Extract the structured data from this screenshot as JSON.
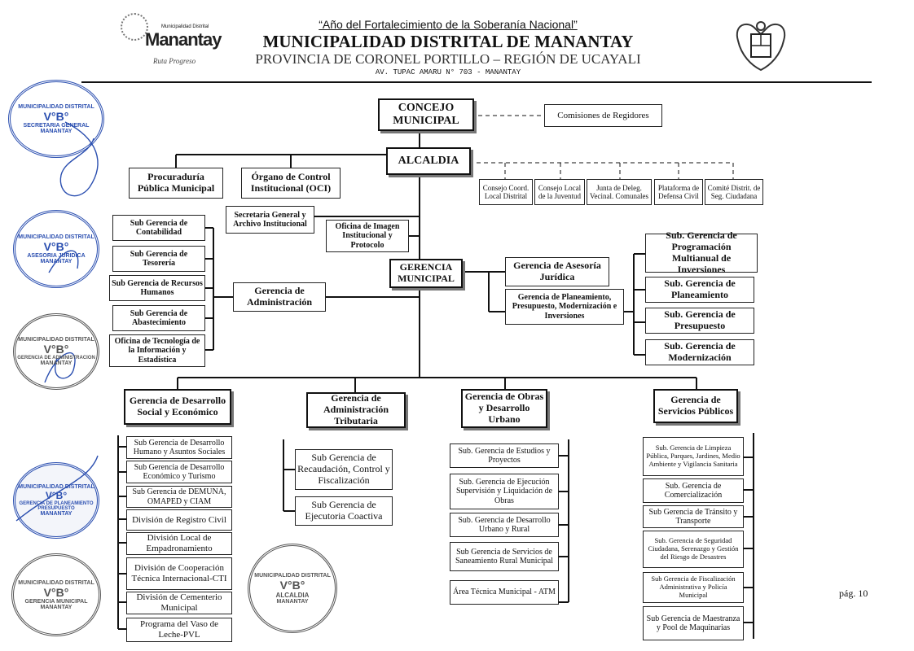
{
  "header": {
    "motto": "“Año del Fortalecimiento de la Soberanía Nacional”",
    "title": "MUNICIPALIDAD DISTRITAL DE MANANTAY",
    "subtitle": "PROVINCIA DE CORONEL PORTILLO – REGIÓN DE UCAYALI",
    "address": "AV. TUPAC AMARU N° 703 - MANANTAY",
    "logo_text": "Manantay",
    "logo_small": "Municipalidad Distrital",
    "logo_script": "Ruta Progreso"
  },
  "org": {
    "concejo": "CONCEJO MUNICIPAL",
    "comisiones": "Comisiones de Regidores",
    "alcaldia": "ALCALDIA",
    "consejos": [
      "Consejo Coord. Local Distrital",
      "Consejo Local de la Juventud",
      "Junta de Deleg. Vecinal. Comunales",
      "Plataforma de Defensa Civil",
      "Comité Distrit. de Seg. Ciudadana"
    ],
    "procuraduria": "Procuraduría Pública Municipal",
    "oci": "Órgano de Control Institucional (OCI)",
    "secretaria": "Secretaria General y Archivo Institucional",
    "imagen": "Oficina de Imagen Institucional y Protocolo",
    "gerencia_municipal": "GERENCIA MUNICIPAL",
    "asesoria": "Gerencia de Asesoría Jurídica",
    "planeamiento": "Gerencia de Planeamiento, Presupuesto, Modernización e Inversiones",
    "planeamiento_subs": [
      "Sub. Gerencia de Programación Multianual de Inversiones",
      "Sub. Gerencia de Planeamiento",
      "Sub. Gerencia de Presupuesto",
      "Sub. Gerencia de Modernización"
    ],
    "administracion": "Gerencia de Administración",
    "administracion_subs": [
      "Sub Gerencia de Contabilidad",
      "Sub Gerencia de Tesorería",
      "Sub Gerencia de Recursos Humanos",
      "Sub Gerencia de Abastecimiento",
      "Oficina de Tecnología de la Información y Estadística"
    ],
    "desarrollo_social": "Gerencia de Desarrollo Social y Económico",
    "desarrollo_social_subs": [
      "Sub Gerencia de Desarrollo Humano y Asuntos Sociales",
      "Sub Gerencia de Desarrollo Económico y Turismo",
      "Sub Gerencia de DEMUNA, OMAPED y CIAM",
      "División de Registro Civil",
      "División Local de Empadronamiento",
      "División de Cooperación Técnica Internacional-CTI",
      "División de Cementerio Municipal",
      "Programa del Vaso de Leche-PVL"
    ],
    "tributaria": "Gerencia de Administración Tributaria",
    "tributaria_subs": [
      "Sub Gerencia de Recaudación, Control y Fiscalización",
      "Sub Gerencia de Ejecutoria Coactiva"
    ],
    "obras": "Gerencia de Obras y Desarrollo Urbano",
    "obras_subs": [
      "Sub. Gerencia de Estudios y Proyectos",
      "Sub. Gerencia de Ejecución Supervisión y Liquidación de Obras",
      "Sub. Gerencia de Desarrollo Urbano y Rural",
      "Sub Gerencia de Servicios de Saneamiento Rural Municipal",
      "Área Técnica Municipal - ATM"
    ],
    "servicios": "Gerencia de Servicios Públicos",
    "servicios_subs": [
      "Sub. Gerencia de Limpieza Pública, Parques, Jardines, Medio Ambiente y Vigilancia Sanitaria",
      "Sub. Gerencia de Comercialización",
      "Sub Gerencia de Tránsito y Transporte",
      "Sub. Gerencia de Seguridad Ciudadana, Serenazgo y Gestión del Riesgo de Desastres",
      "Sub Gerencia de Fiscalización Administrativa y Policía Municipal",
      "Sub Gerencia de Maestranza y Pool de Maquinarias"
    ]
  },
  "stamps": [
    {
      "top": "MUNICIPALIDAD DISTRITAL",
      "mid": "V°B°",
      "bottom": "SECRETARIA GENERAL",
      "ring": "MANANTAY"
    },
    {
      "top": "MUNICIPALIDAD DISTRITAL",
      "mid": "V°B°",
      "bottom": "ASESORIA JURIDICA",
      "ring": "MANANTAY"
    },
    {
      "top": "MUNICIPALIDAD DISTRITAL",
      "mid": "V°B°",
      "bottom": "GERENCIA DE ADMINISTRACION",
      "ring": "MANANTAY"
    },
    {
      "top": "MUNICIPALIDAD DISTRITAL",
      "mid": "V°B°",
      "bottom": "GERENCIA DE PLANEAMIENTO PRESUPUESTO",
      "ring": "MANANTAY"
    },
    {
      "top": "MUNICIPALIDAD DISTRITAL",
      "mid": "V°B°",
      "bottom": "GERENCIA MUNICIPAL",
      "ring": "MANANTAY"
    },
    {
      "top": "MUNICIPALIDAD DISTRITAL",
      "mid": "V°B°",
      "bottom": "ALCALDIA",
      "ring": "MANANTAY"
    }
  ],
  "footer": {
    "page": "pág. 10"
  },
  "colors": {
    "stamp_blue": "#2b4fb0",
    "stamp_gray": "#555555",
    "line": "#111111"
  }
}
